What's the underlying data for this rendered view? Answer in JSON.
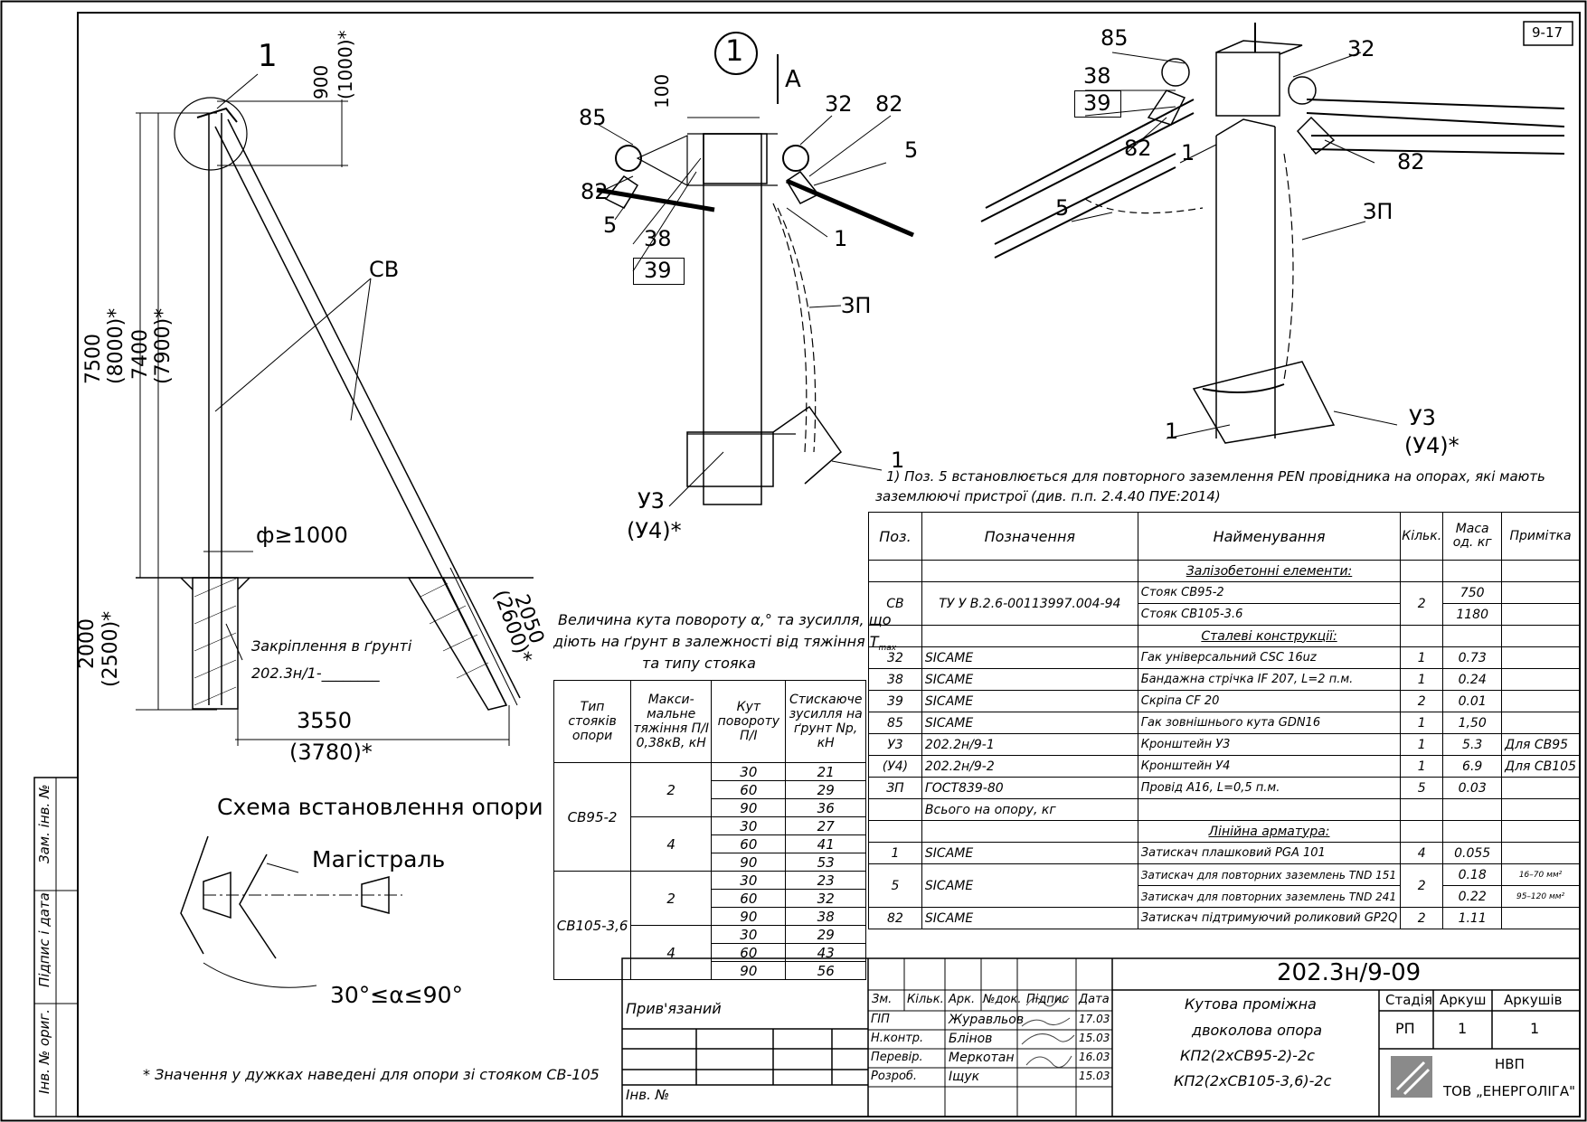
{
  "sheet": {
    "tag": "9-17",
    "callout_main": "1",
    "callout_detail": "1",
    "view_label": "A"
  },
  "drawing_labels": {
    "cb": "СВ",
    "dim_900": "900",
    "dim_1000": "(1000)*",
    "dim_7500": "7500",
    "dim_8000": "(8000)*",
    "dim_7400": "7400",
    "dim_7900": "(7900)*",
    "dim_2000": "2000",
    "dim_2500": "(2500)*",
    "dim_2050": "2050",
    "dim_2600": "(2600)*",
    "dim_3550": "3550",
    "dim_3780": "(3780)*",
    "dim_diam": "ф≥1000",
    "fixing_label": "Закріплення в ґрунті",
    "fixing_ref": "202.3н/1-________",
    "scheme_title": "Схема встановлення опори",
    "main_line": "Магістраль",
    "angle": "30°≤α≤90°",
    "footnote": "* Значення у дужках наведені для опори зі стояком СВ-105",
    "note1_line1": "1) Поз. 5 встановлюється для повторного заземлення PEN провідника на опорах, які мають",
    "note1_line2": "заземлюючі пристрої (див. п.п. 2.4.40 ПУЕ:2014)"
  },
  "detail_left": {
    "dim_100": "100",
    "p85": "85",
    "p82": "82",
    "p5": "5",
    "p38": "38",
    "p39": "39",
    "p32": "32",
    "p82b": "82",
    "p5b": "5",
    "p1": "1",
    "zp": "ЗП",
    "p1b": "1",
    "u3": "У3",
    "u4": "(У4)*"
  },
  "detail_right": {
    "p85": "85",
    "p38": "38",
    "p39": "39",
    "p32": "32",
    "p82": "82",
    "p1": "1",
    "p82b": "82",
    "p5": "5",
    "zp": "ЗП",
    "p1b": "1",
    "u3": "У3",
    "u4": "(У4)*"
  },
  "pull_table": {
    "caption1": "Величина кута повороту α,° та зусилля, що",
    "caption2": "діють на ґрунт в залежності від тяжіння T",
    "caption2_sub": "max",
    "caption3": "та типу стояка",
    "headers": [
      "Тип стояків опори",
      "Макси-мальне тяжіння П/І 0,38кВ, кН",
      "Кут повороту П/І",
      "Стискаюче зусилля на ґрунт Nр, кН"
    ],
    "groups": [
      {
        "type": "СВ95-2",
        "rows": [
          {
            "pull": "2",
            "angles": [
              "30",
              "60",
              "90"
            ],
            "forces": [
              "21",
              "29",
              "36"
            ]
          },
          {
            "pull": "4",
            "angles": [
              "30",
              "60",
              "90"
            ],
            "forces": [
              "27",
              "41",
              "53"
            ]
          }
        ]
      },
      {
        "type": "СВ105-3,6",
        "rows": [
          {
            "pull": "2",
            "angles": [
              "30",
              "60",
              "90"
            ],
            "forces": [
              "23",
              "32",
              "38"
            ]
          },
          {
            "pull": "4",
            "angles": [
              "30",
              "60",
              "90"
            ],
            "forces": [
              "29",
              "43",
              "56"
            ]
          }
        ]
      }
    ]
  },
  "bom": {
    "headers": [
      "Поз.",
      "Позначення",
      "Найменування",
      "Кільк.",
      "Маса од. кг",
      "Примітка"
    ],
    "sec1": "Залізобетонні елементи:",
    "cb_pos": "СВ",
    "cb_code": "ТУ У В.2.6-00113997.004-94",
    "cb_name1": "Стояк СВ95-2",
    "cb_name2": "Стояк СВ105-3.6",
    "cb_qty": "2",
    "cb_mass1": "750",
    "cb_mass2": "1180",
    "sec2": "Сталеві конструкції:",
    "steel": [
      {
        "pos": "32",
        "code": "SICAME",
        "name": "Гак універсальний CSC 16uz",
        "qty": "1",
        "mass": "0.73",
        "note": ""
      },
      {
        "pos": "38",
        "code": "SICAME",
        "name": "Бандажна стрічка IF 207, L=2 п.м.",
        "qty": "1",
        "mass": "0.24",
        "note": ""
      },
      {
        "pos": "39",
        "code": "SICAME",
        "name": "Скріпа CF 20",
        "qty": "2",
        "mass": "0.01",
        "note": ""
      },
      {
        "pos": "85",
        "code": "SICAME",
        "name": "Гак зовнішнього кута GDN16",
        "qty": "1",
        "mass": "1,50",
        "note": ""
      },
      {
        "pos": "У3",
        "code": "202.2н/9-1",
        "name": "Кронштейн У3",
        "qty": "1",
        "mass": "5.3",
        "note": "Для СВ95"
      },
      {
        "pos": "(У4)",
        "code": "202.2н/9-2",
        "name": "Кронштейн У4",
        "qty": "1",
        "mass": "6.9",
        "note": "Для СВ105"
      },
      {
        "pos": "ЗП",
        "code": "ГОСТ839-80",
        "name": "Провід А16, L=0,5 п.м.",
        "qty": "5",
        "mass": "0.03",
        "note": ""
      },
      {
        "pos": "",
        "code": "Всього на опору, кг",
        "name": "",
        "qty": "",
        "mass": "",
        "note": ""
      }
    ],
    "sec3": "Лінійна арматура:",
    "p1": {
      "pos": "1",
      "code": "SICAME",
      "name": "Затискач плашковий PGA 101",
      "qty": "4",
      "mass": "0.055",
      "note": ""
    },
    "p5_pos": "5",
    "p5_code": "SICAME",
    "p5_name1": "Затискач для повторних заземлень TND 151",
    "p5_name2": "Затискач для повторних заземлень TND 241",
    "p5_qty": "2",
    "p5_mass1": "0.18",
    "p5_mass2": "0.22",
    "p5_note1": "16–70 мм²",
    "p5_note2": "95–120 мм²",
    "p82": {
      "pos": "82",
      "code": "SICAME",
      "name": "Затискач підтримуючий роликовий GP2Q",
      "qty": "2",
      "mass": "1.11",
      "note": ""
    }
  },
  "title_block": {
    "doc_code": "202.3н/9-09",
    "col_heads": [
      "Зм.",
      "Кільк.",
      "Арк.",
      "№док.",
      "Підпис",
      "Дата"
    ],
    "roles": [
      {
        "role": "ГІП",
        "name": "Журавльов",
        "date": "17.03"
      },
      {
        "role": "Н.контр.",
        "name": "Блінов",
        "date": "15.03"
      },
      {
        "role": "Перевір.",
        "name": "Меркотан",
        "date": "16.03"
      },
      {
        "role": "Розроб.",
        "name": "Іщук",
        "date": "15.03"
      }
    ],
    "title1": "Кутова проміжна",
    "title2": "двоколова опора",
    "title3": "КП2(2хСВ95-2)-2с",
    "title4": "КП2(2хСВ105-3,6)-2с",
    "stage_head": "Стадія",
    "sheet_head": "Аркуш",
    "sheets_head": "Аркушів",
    "stage": "РП",
    "sheet": "1",
    "sheets": "1",
    "org1": "НВП",
    "org2": "ТОВ „ЕНЕРГОЛІГА\"",
    "pryv": "Прив'язаний",
    "inv": "Інв. №"
  },
  "side_stamp": {
    "inv_orig": "Інв. № ориг.",
    "sign_date": "Підпис і дата",
    "repl_inv": "Зам. інв. №"
  }
}
